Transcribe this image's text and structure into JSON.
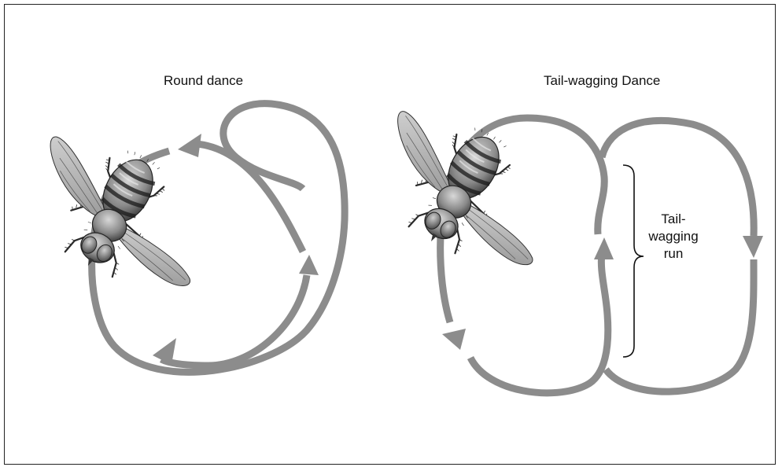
{
  "round_dance": {
    "title": "Round dance"
  },
  "tail_wagging_dance": {
    "title": "Tail-wagging Dance",
    "run_label_lines": [
      "Tail-",
      "wagging",
      "run"
    ]
  }
}
